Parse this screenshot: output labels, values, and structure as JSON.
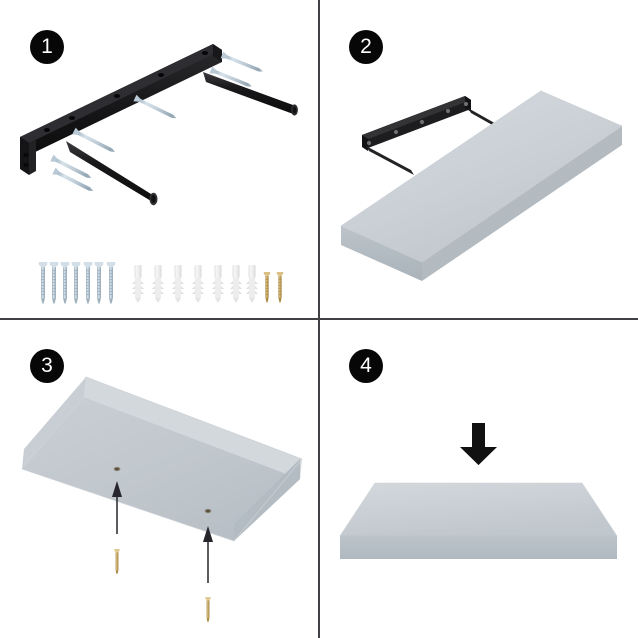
{
  "document": {
    "type": "assembly-instruction-sheet",
    "product": "floating wall shelf",
    "panel_count": 4,
    "background_color": "#ffffff",
    "divider_color": "#414045",
    "badge_background": "#070708",
    "badge_text_color": "#ffffff"
  },
  "palette": {
    "shelf_top": "#ccd1d6",
    "shelf_top_light": "#d3d8dc",
    "shelf_side": "#b7bfc5",
    "shelf_front_edge": "#b4bcc2",
    "shelf_under": "#c0c7cd",
    "bracket_black": "#1c1c1e",
    "bracket_black_light": "#39393c",
    "screw_steel": "#c5d3dd",
    "screw_steel_dark": "#9fb0bd",
    "screw_gold": "#c9a868",
    "screw_gold_dark": "#a8873f",
    "anchor_white": "#efefef",
    "anchor_white_dark": "#dedede",
    "arrow_black": "#111111",
    "arrow_thin": "#25252b"
  },
  "panels": [
    {
      "id": "panel-1",
      "step_number": "1",
      "caption": "",
      "contents": {
        "bracket": {
          "name": "L-shaped steel wall bracket",
          "color": "#1c1c1e",
          "mounting_holes": 6,
          "support_rods": 2
        },
        "inserted_screws": 4,
        "hardware_row": {
          "steel_screws": {
            "count": 7,
            "color": "#c5d3dd",
            "label": "steel wood screws"
          },
          "wall_anchors": {
            "count": 7,
            "color": "#efefef",
            "label": "plastic wall anchors"
          },
          "gold_screws": {
            "count": 2,
            "color": "#c9a868",
            "label": "brass set screws"
          }
        }
      }
    },
    {
      "id": "panel-2",
      "step_number": "2",
      "caption": "",
      "contents": {
        "bracket": {
          "name": "mounted wall bracket",
          "color": "#1c1c1e",
          "mounting_holes": 5,
          "support_rods": 2
        },
        "shelf": {
          "name": "shelf board sliding onto bracket",
          "top_color": "#ccd1d6",
          "edge_color": "#b4bcc2"
        }
      }
    },
    {
      "id": "panel-3",
      "step_number": "3",
      "caption": "",
      "contents": {
        "shelf": {
          "name": "shelf board viewed from underside",
          "under_color": "#c0c7cd",
          "edge_color": "#b7bfc5",
          "set_screw_holes": 2
        },
        "arrows": {
          "count": 2,
          "direction": "up",
          "color": "#25252b",
          "style": "thin"
        },
        "gold_screws": {
          "count": 2,
          "color": "#c9a868",
          "label": "brass set screws"
        }
      }
    },
    {
      "id": "panel-4",
      "step_number": "4",
      "caption": "",
      "contents": {
        "arrow": {
          "count": 1,
          "direction": "down",
          "color": "#111111",
          "style": "bold"
        },
        "shelf": {
          "name": "finished installed shelf",
          "top_color": "#ccd1d6",
          "edge_color": "#b4bcc2"
        }
      }
    }
  ]
}
